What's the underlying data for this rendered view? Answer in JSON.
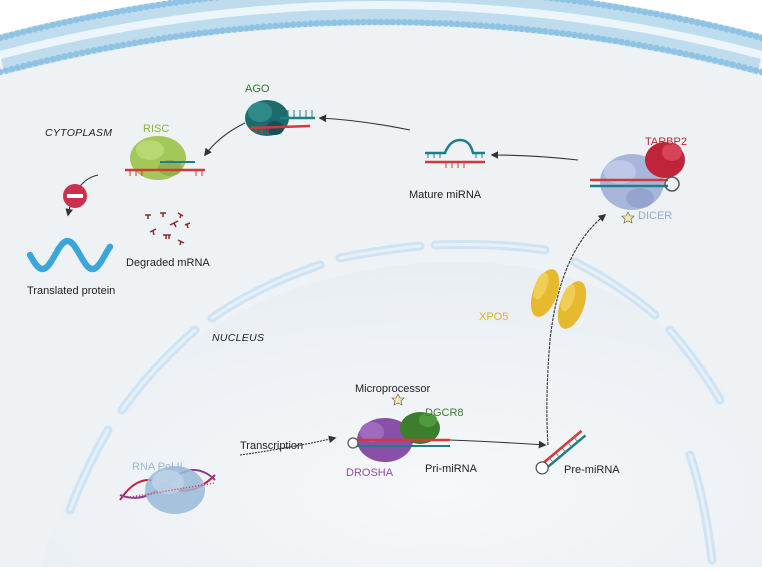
{
  "compartments": {
    "cytoplasm": "CYTOPLASM",
    "nucleus": "NUCLEUS"
  },
  "labels": {
    "ago": "AGO",
    "risc": "RISC",
    "tarbp2": "TARBP2",
    "dicer": "DICER",
    "mature_mirna": "Mature miRNA",
    "degraded_mrna": "Degraded mRNA",
    "translated_protein": "Translated protein",
    "xpo5": "XPO5",
    "microprocessor": "Microprocessor",
    "dgcr8": "DGCR8",
    "drosha": "DROSHA",
    "pri_mirna": "Pri-miRNA",
    "pre_mirna": "Pre-miRNA",
    "rna_pol_ii": "RNA Pol II",
    "transcription": "Transcription"
  },
  "colors": {
    "membrane_head": "#8fc3e3",
    "cytoplasm_bg": "#eef2f5",
    "nucleus_bg": "#f4f6f8",
    "nuclear_envelope": "#cfe3f2",
    "ago": "#3a6e2e",
    "risc": "#a4c75a",
    "tarbp2": "#c0243a",
    "dicer": "#a8b6db",
    "xpo5": "#e6b92e",
    "dgcr8": "#3c7d2e",
    "drosha": "#8a4fa8",
    "rna_pol_ii": "#9ab8d8",
    "protein": "#3aa6d9",
    "inhibit": "#c8324d",
    "rna_red": "#d23a3a",
    "rna_teal": "#1f7f86"
  }
}
